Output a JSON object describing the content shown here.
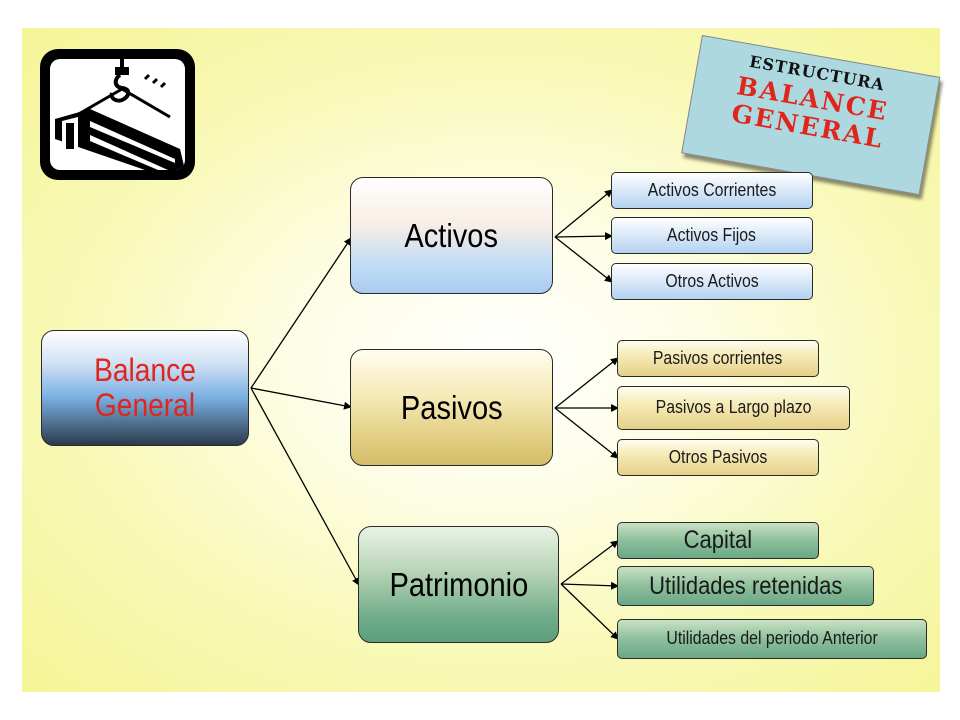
{
  "diagram": {
    "root": "Balance General",
    "branches": [
      {
        "label": "Activos",
        "children": [
          "Activos Corrientes",
          "Activos Fijos",
          "Otros Activos"
        ]
      },
      {
        "label": "Pasivos",
        "children": [
          "Pasivos corrientes",
          "Pasivos a Largo plazo",
          "Otros Pasivos"
        ]
      },
      {
        "label": "Patrimonio",
        "children": [
          "Capital",
          "Utilidades retenidas",
          "Utilidades del periodo Anterior"
        ]
      }
    ]
  },
  "note": {
    "line1": "ESTRUCTURA",
    "line2": "BALANCE GENERAL"
  },
  "colors": {
    "root_text": "#e0261c",
    "note_card": "#aed8e0",
    "background": "#f7f7a8"
  },
  "icons": [
    "crane-hook-beam-icon"
  ]
}
